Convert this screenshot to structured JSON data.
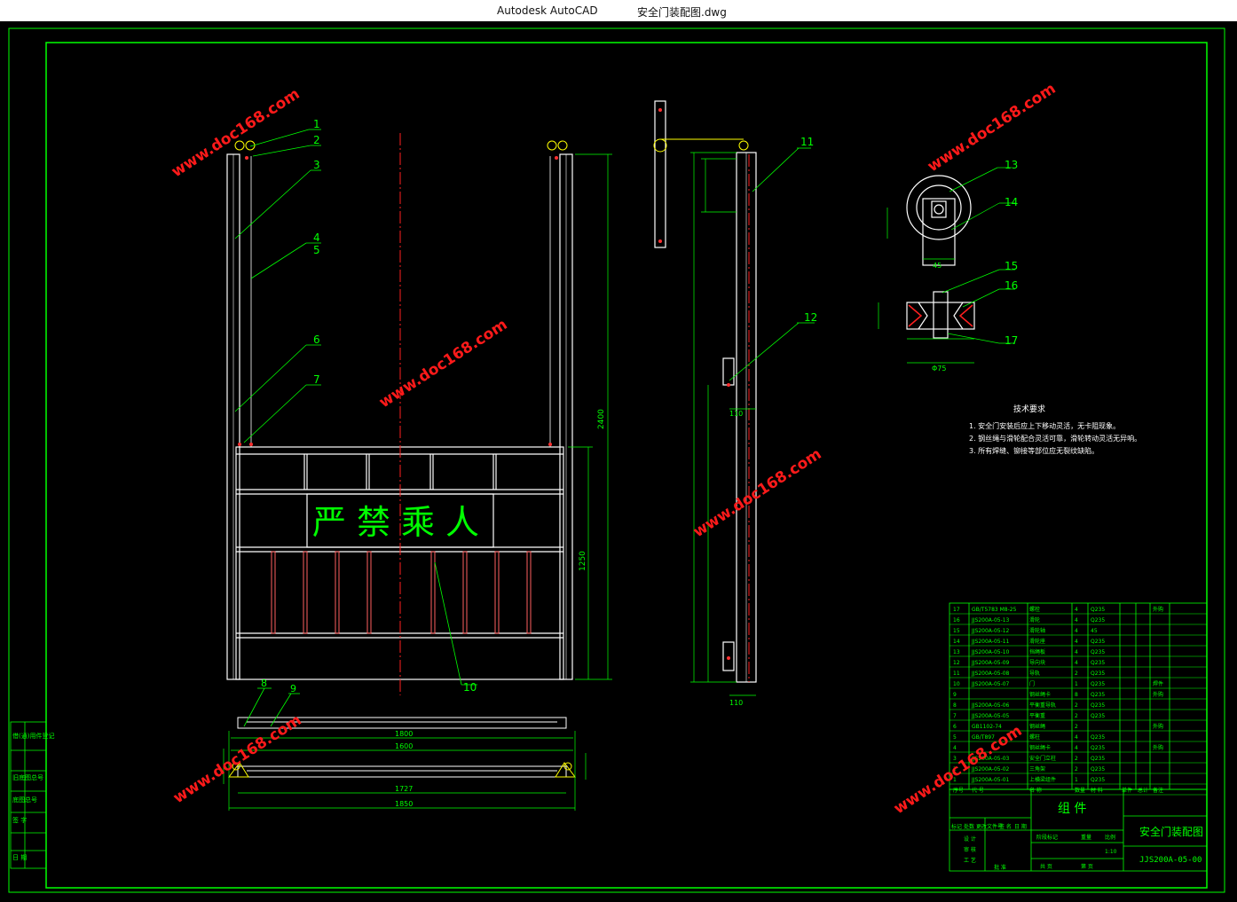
{
  "window": {
    "app_title": "Autodesk AutoCAD",
    "document_title": "安全门装配图.dwg"
  },
  "drawing": {
    "banner_text": "严禁乘人",
    "watermark": "www.doc168.com",
    "part_numbers": [
      "1",
      "2",
      "3",
      "4",
      "5",
      "6",
      "7",
      "8",
      "9",
      "10",
      "11",
      "12",
      "13",
      "14",
      "15",
      "16",
      "17"
    ],
    "tech_req": {
      "title": "技术要求",
      "lines": [
        "1. 安全门安装后应上下移动灵活，无卡阻现象。",
        "2. 钢丝绳与滑轮配合灵活可靠，滑轮转动灵活无异响。",
        "3. 所有焊缝、铆接等部位应无裂纹缺陷。"
      ]
    },
    "dims": {
      "bottom_1": "1800",
      "bottom_2": "1600",
      "bottom_3": "1727",
      "bottom_4": "1850",
      "height_main": "2400",
      "height_lower": "1250",
      "side_110_a": "110",
      "side_110_b": "110",
      "pulley_45": "45",
      "pulley_phi": "Φ75"
    }
  },
  "title_block": {
    "drawing_name": "安全门装配图",
    "part_label": "组 件",
    "drawing_no": "JJS200A-05-00",
    "bom_header": [
      "序号",
      "代 号",
      "名 称",
      "数量",
      "材 料",
      "单件",
      "总计",
      "备注"
    ],
    "bom_rows": [
      [
        "17",
        "GB/T5783 M8-25",
        "螺栓",
        "4",
        "Q235",
        "",
        "",
        "外购"
      ],
      [
        "16",
        "JJS200A-05-13",
        "滑轮",
        "4",
        "Q235",
        "",
        "",
        ""
      ],
      [
        "15",
        "JJS200A-05-12",
        "滑轮轴",
        "4",
        "45",
        "",
        "",
        ""
      ],
      [
        "14",
        "JJS200A-05-11",
        "滑轮座",
        "4",
        "Q235",
        "",
        "",
        ""
      ],
      [
        "13",
        "JJS200A-05-10",
        "挡绳板",
        "4",
        "Q235",
        "",
        "",
        ""
      ],
      [
        "12",
        "JJS200A-05-09",
        "导向块",
        "4",
        "Q235",
        "",
        "",
        ""
      ],
      [
        "11",
        "JJS200A-05-08",
        "导轨",
        "2",
        "Q235",
        "",
        "",
        ""
      ],
      [
        "10",
        "JJS200A-05-07",
        "门",
        "1",
        "Q235",
        "",
        "",
        "焊件"
      ],
      [
        "9",
        "",
        "钢丝绳卡",
        "8",
        "Q235",
        "",
        "",
        "外购"
      ],
      [
        "8",
        "JJS200A-05-06",
        "平衡重导轨",
        "2",
        "Q235",
        "",
        "",
        ""
      ],
      [
        "7",
        "JJS200A-05-05",
        "平衡重",
        "2",
        "Q235",
        "",
        "",
        ""
      ],
      [
        "6",
        "GB1102-74",
        "钢丝绳",
        "2",
        "",
        "",
        "",
        "外购"
      ],
      [
        "5",
        "GB/T897",
        "螺柱",
        "4",
        "Q235",
        "",
        "",
        ""
      ],
      [
        "4",
        "",
        "钢丝绳卡",
        "4",
        "Q235",
        "",
        "",
        "外购"
      ],
      [
        "3",
        "JJS200A-05-03",
        "安全门立柱",
        "2",
        "Q235",
        "",
        "",
        ""
      ],
      [
        "2",
        "JJS200A-05-02",
        "三角架",
        "2",
        "Q235",
        "",
        "",
        ""
      ],
      [
        "1",
        "JJS200A-05-01",
        "上横梁组件",
        "1",
        "Q235",
        "",
        "",
        ""
      ]
    ],
    "sign_labels": [
      "标记",
      "处数",
      "更改文件号",
      "签 名",
      "日 期",
      "设 计",
      "审 核",
      "工 艺",
      "批 准"
    ],
    "scale_labels": [
      "阶段标记",
      "重量",
      "比例"
    ],
    "scale_value": "1:10",
    "sheet_labels": [
      "共 页",
      "第 页"
    ],
    "left_strip": [
      "借(通)用件登记",
      "旧底图总号",
      "底图总号",
      "签 字",
      "日 期"
    ]
  },
  "colors": {
    "frame": "#00ff00",
    "outline": "#ffffff",
    "centerline": "#ff2020",
    "dim": "#00ff00",
    "watermark": "#ff1a1a",
    "bars": "#ff6060",
    "yellow": "#ffff00"
  }
}
